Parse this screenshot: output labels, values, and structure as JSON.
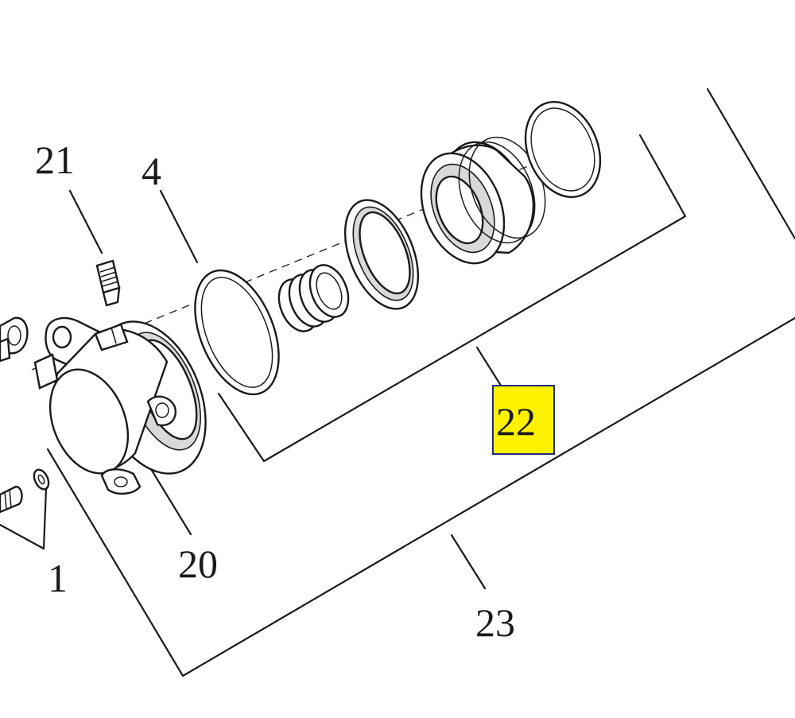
{
  "diagram": {
    "callouts": [
      {
        "id": "21",
        "label": "21",
        "highlighted": false
      },
      {
        "id": "4",
        "label": "4",
        "highlighted": false
      },
      {
        "id": "20",
        "label": "20",
        "highlighted": false
      },
      {
        "id": "1",
        "label": "1",
        "highlighted": false
      },
      {
        "id": "22",
        "label": "22",
        "highlighted": true
      },
      {
        "id": "23",
        "label": "23",
        "highlighted": false
      }
    ],
    "colors": {
      "ink": "#1a1a1a",
      "highlight_fill": "#fff200",
      "highlight_border": "#1f2a7a",
      "background": "#ffffff"
    }
  }
}
